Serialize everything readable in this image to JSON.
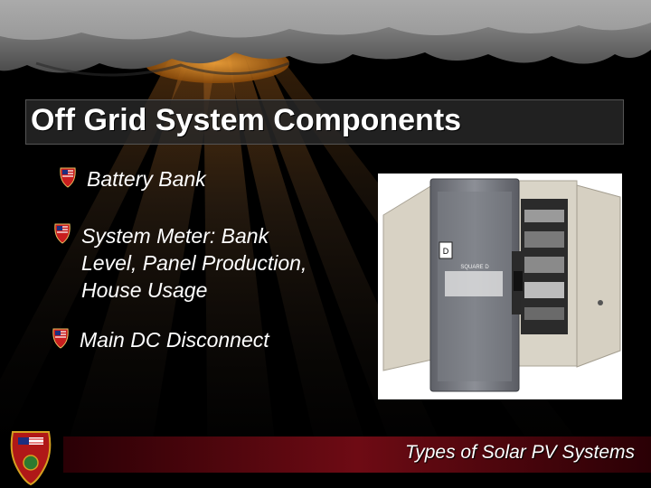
{
  "slide": {
    "title": "Off Grid System Components",
    "bullets": [
      {
        "lines": [
          "Battery Bank"
        ]
      },
      {
        "lines": [
          "System Meter: Bank",
          "Level, Panel Production,",
          "House Usage"
        ]
      },
      {
        "lines": [
          "Main DC Disconnect"
        ]
      }
    ],
    "footer": "Types of Solar PV Systems",
    "disconnect_label": "SQUARE D",
    "colors": {
      "background": "#000000",
      "sun_ray": "#8a4a0a",
      "cloud": "#7a7a7a",
      "footer_bar": "#5a0a10"
    }
  }
}
